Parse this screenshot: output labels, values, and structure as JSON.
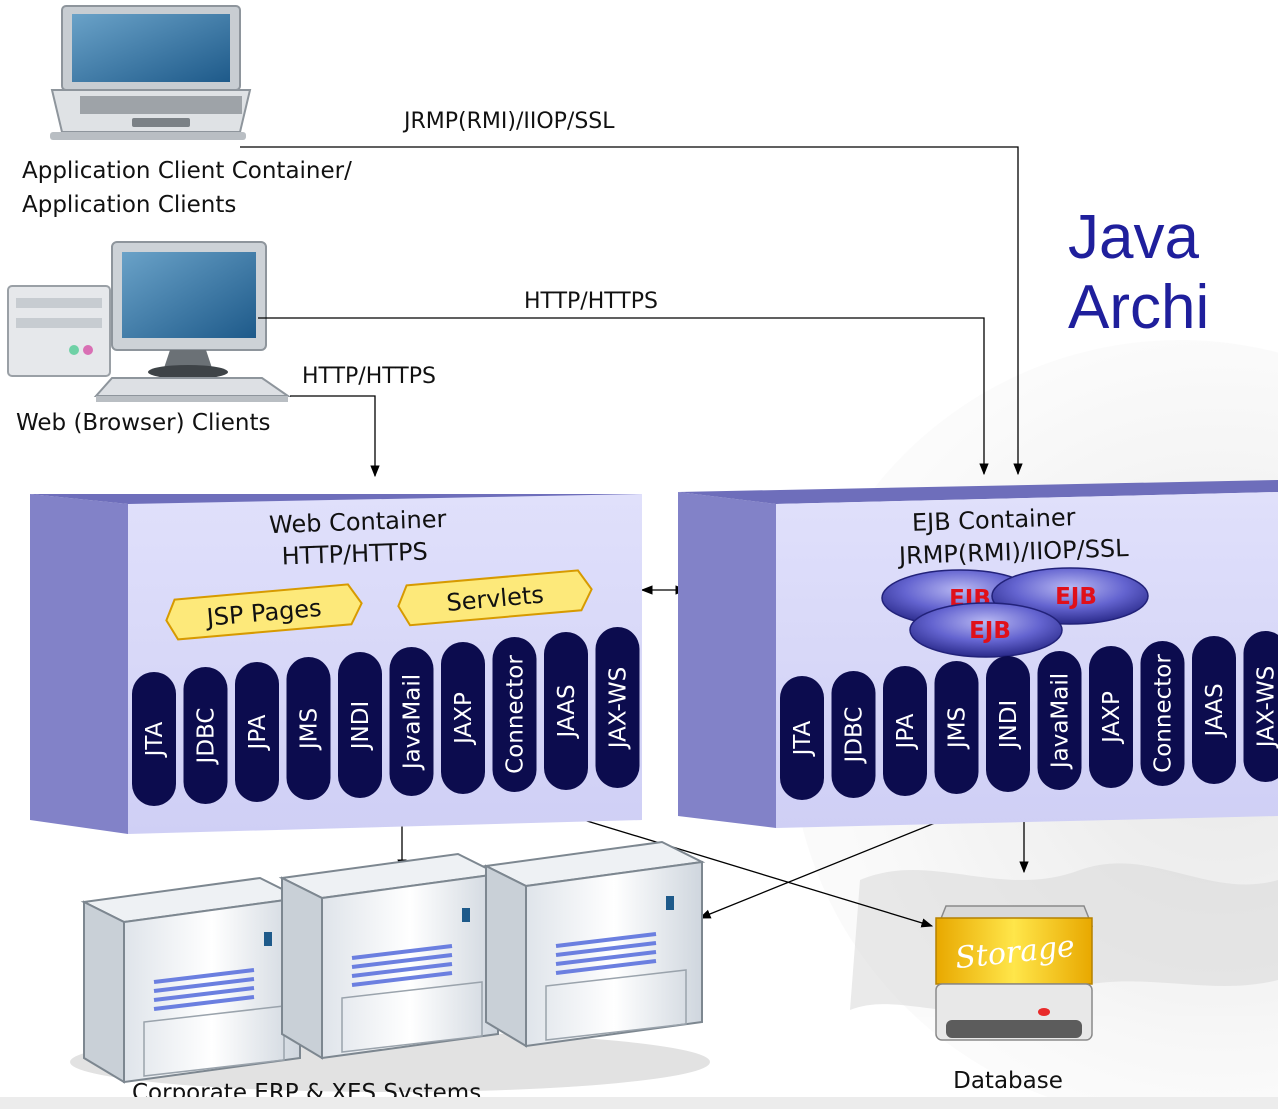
{
  "title": {
    "line1": "Java",
    "line2": "Archi"
  },
  "clients": {
    "app_client_label_1": "Application Client Container/",
    "app_client_label_2": "Application Clients",
    "web_client_label": "Web (Browser) Clients"
  },
  "connections": {
    "app_to_ejb": "JRMP(RMI)/IIOP/SSL",
    "browser_to_ejb": "HTTP/HTTPS",
    "browser_to_web": "HTTP/HTTPS"
  },
  "web_container": {
    "title": "Web Container",
    "protocol": "HTTP/HTTPS",
    "components": [
      "JSP Pages",
      "Servlets"
    ],
    "apis": [
      "JTA",
      "JDBC",
      "JPA",
      "JMS",
      "JNDI",
      "JavaMail",
      "JAXP",
      "Connector",
      "JAAS",
      "JAX-WS"
    ]
  },
  "ejb_container": {
    "title": "EJB Container",
    "protocol": "JRMP(RMI)/IIOP/SSL",
    "beans": [
      "EJB",
      "EJB",
      "EJB"
    ],
    "apis": [
      "JTA",
      "JDBC",
      "JPA",
      "JMS",
      "JNDI",
      "JavaMail",
      "JAXP",
      "Connector",
      "JAAS",
      "JAX-WS"
    ]
  },
  "backend": {
    "erp_label": "Corporate ERP & XES Systems",
    "database_label": "Database",
    "storage_label": "Storage"
  },
  "colors": {
    "container_front": "#d6d6f8",
    "container_side": "#8282c8",
    "api_pill": "#0c0c4e",
    "bean": "#5050c8",
    "bean_text": "#e0101a",
    "component_fill": "#fde97a",
    "title": "#1f1f9c"
  }
}
